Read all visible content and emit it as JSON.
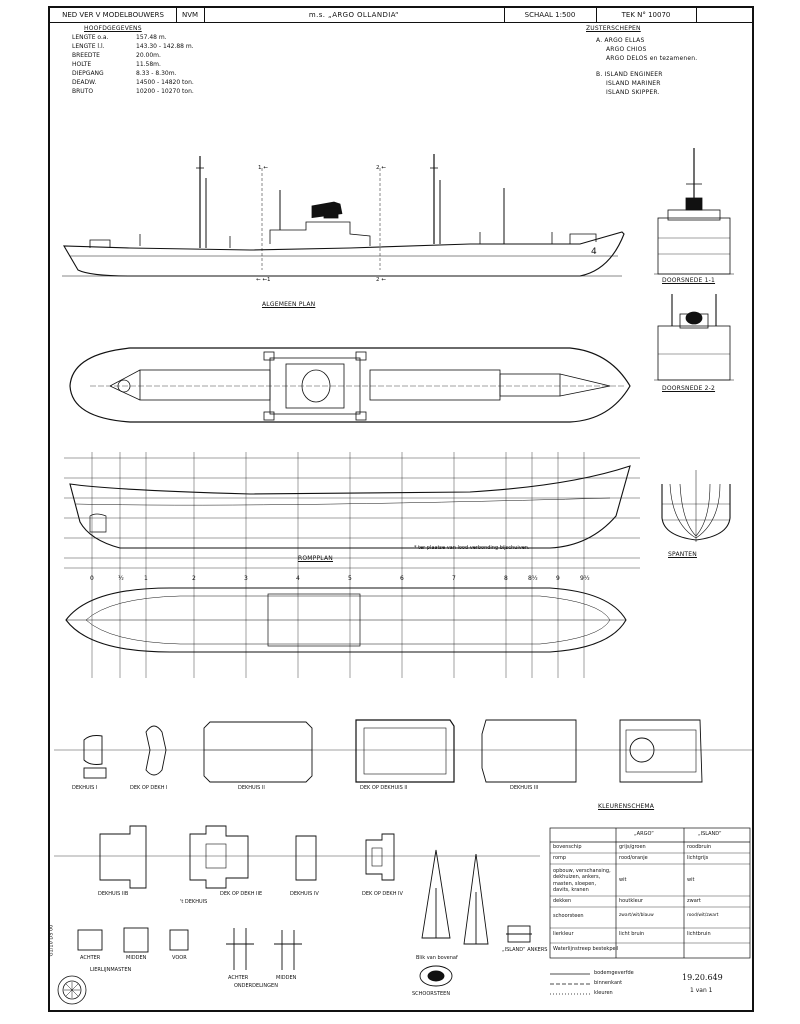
{
  "title_block": {
    "society": "NED VER V MODELBOUWERS",
    "code": "NVM",
    "ship_name": "m.s. „ARGO OLLANDIA“",
    "scale": "SCHAAL 1:500",
    "drawing_no": "TEK N° 10070"
  },
  "main_dimensions": {
    "heading": "HOOFDGEGEVENS",
    "rows": [
      {
        "label": "LENGTE o.a.",
        "value": "157.48 m."
      },
      {
        "label": "LENGTE l.l.",
        "value": "143.30 - 142.88 m."
      },
      {
        "label": "BREEDTE",
        "value": "20.00m."
      },
      {
        "label": "HOLTE",
        "value": "11.58m."
      },
      {
        "label": "DIEPGANG",
        "value": "8.33 - 8.30m."
      },
      {
        "label": "DEADW.",
        "value": "14500 - 14820 ton."
      },
      {
        "label": "BRUTO",
        "value": "10200 - 10270 ton."
      }
    ]
  },
  "sister_ships": {
    "heading": "ZUSTERSCHEPEN",
    "group_a": [
      "A. ARGO ELLAS",
      "ARGO CHIOS",
      "ARGO DELOS en tezamenen."
    ],
    "group_b": [
      "B. ISLAND ENGINEER",
      "ISLAND MARINER",
      "ISLAND SKIPPER."
    ]
  },
  "views": {
    "general_plan": "ALGEMEEN PLAN",
    "section_1": "DOORSNEDE 1-1",
    "section_2": "DOORSNEDE 2-2",
    "hull_plan": "ROMPPLAN",
    "frames": "SPANTEN",
    "hull_note": "* ter plaatse van lood verbonding bijschuiven.",
    "section_mark_1": "1",
    "section_mark_2": "2",
    "mark_a": "1 ←",
    "mark_b": "2 ←",
    "mark_c": "← ←1",
    "mark_d": "2 ←"
  },
  "frame_stations": [
    "0",
    "½",
    "1",
    "2",
    "3",
    "4",
    "5",
    "6",
    "7",
    "8",
    "8½",
    "9",
    "9½"
  ],
  "deckhouse_labels": {
    "d1": "DEKHUIS I",
    "d1_top": "DEK OP DEKH I",
    "d2": "DEKHUIS II",
    "d2_top": "DEK OP DEKHUIS II",
    "d3": "DEKHUIS III",
    "d2b": "DEKHUIS IIB",
    "d2b_top": "DEK OP DEKH IIE",
    "d2b_sub": "'t DEKHUIS",
    "d4": "DEKHUIS IV",
    "d4_top": "DEK OP DEKH IV",
    "masts": "LIERLIJNMASTEN",
    "mast_aft": "ACHTER",
    "mast_mid": "MIDDEN",
    "mast_fwd": "VOOR",
    "davits_aft": "ACHTER",
    "davits_mid": "MIDDEN",
    "undercarriage": "ONDERDELINGEN",
    "funnel": "SCHOORSTEEN",
    "funnel_top": "Blik van bovenaf",
    "detail": "„ISLAND“ ANKERS"
  },
  "colour_scheme": {
    "heading": "KLEURENSCHEMA",
    "col_a": "„ARGO“",
    "col_b": "„ISLAND“",
    "rows": [
      {
        "part": "bovenschip",
        "a": "grijs/groen",
        "b": "roodbruin"
      },
      {
        "part": "romp",
        "a": "rood/oranje",
        "b": "lichtgrijs"
      },
      {
        "part": "opbouw, verschansing, dekhuizen, ankers, masten, sloepen, davits, kranen",
        "a": "wit",
        "b": "wit"
      },
      {
        "part": "dekken",
        "a": "houtkleur",
        "b": "zwart"
      },
      {
        "part": "schoorsteen",
        "a": "zwart/wit/blauw",
        "b": "rood/wit/zwart"
      },
      {
        "part": "lierkleur",
        "a": "licht bruin",
        "b": "lichtbruin"
      }
    ],
    "footnote": "Waterlijnstreep bestekpeil"
  },
  "legend": {
    "line_1": "bodemgeverfde",
    "line_2": "binnenkant",
    "line_3": "kleuren"
  },
  "stamp": {
    "ref_1": "19.20.649",
    "ref_2": "1 van 1",
    "side_code": "G1/10 DS 00"
  },
  "accent_color": "#111111"
}
